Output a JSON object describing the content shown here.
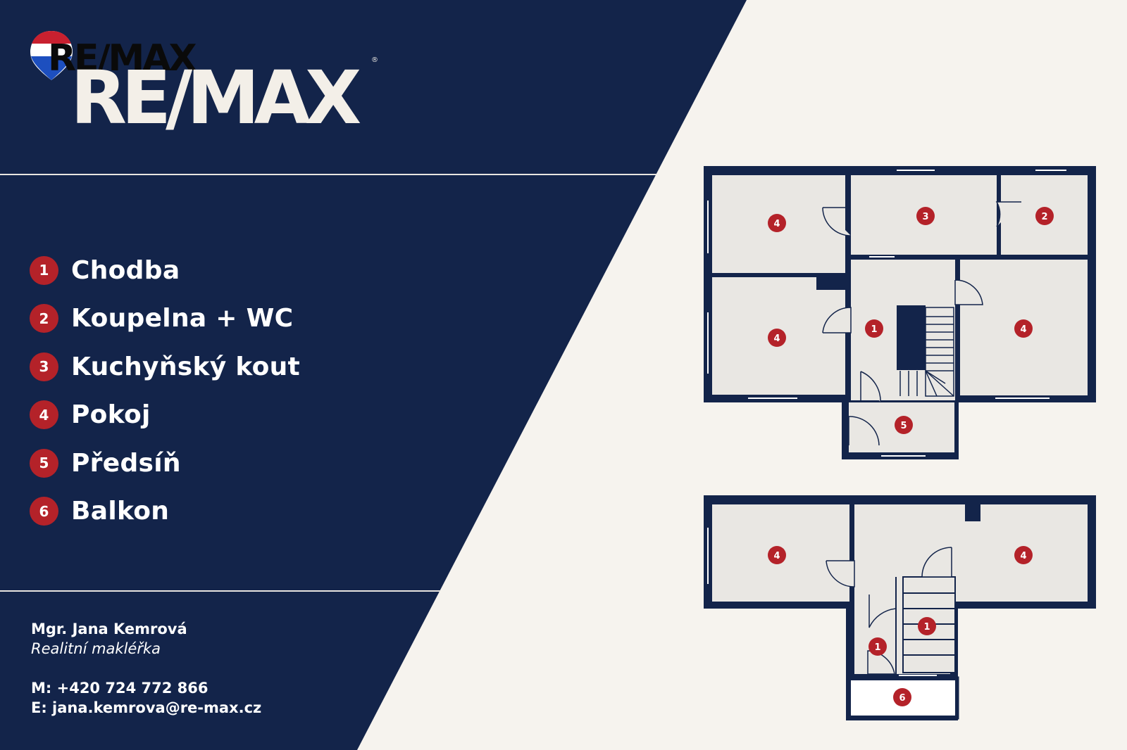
{
  "brand": {
    "logo_text": "RE/MAX",
    "registered_mark": "®"
  },
  "colors": {
    "navy": "#13244a",
    "badge_red": "#b42229",
    "cream": "#f6f3ee",
    "room_fill": "#e9e7e3",
    "wall": "#13244a"
  },
  "legend": [
    {
      "num": "1",
      "label": "Chodba"
    },
    {
      "num": "2",
      "label": "Koupelna + WC"
    },
    {
      "num": "3",
      "label": "Kuchyňský kout"
    },
    {
      "num": "4",
      "label": "Pokoj"
    },
    {
      "num": "5",
      "label": "Předsíň"
    },
    {
      "num": "6",
      "label": "Balkon"
    }
  ],
  "contact": {
    "name": "Mgr. Jana Kemrová",
    "role": "Realitní makléřka",
    "phone": "M: +420 724 772 866",
    "email": "E: jana.kemrova@re-max.cz"
  },
  "floorplans": {
    "ground_floor_markers": [
      "4",
      "3",
      "2",
      "4",
      "1",
      "4",
      "5"
    ],
    "upper_floor_markers": [
      "4",
      "4",
      "1",
      "1",
      "6"
    ]
  }
}
